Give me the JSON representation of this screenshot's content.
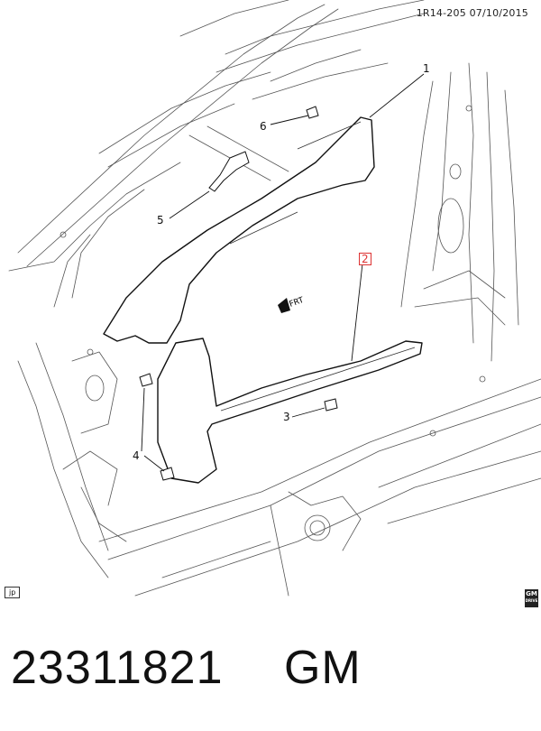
{
  "header": {
    "ref": "1R14-205 07/10/2015"
  },
  "callouts": [
    {
      "id": "c1",
      "text": "1"
    },
    {
      "id": "c2",
      "text": "2"
    },
    {
      "id": "c3",
      "text": "3"
    },
    {
      "id": "c4",
      "text": "4"
    },
    {
      "id": "c5",
      "text": "5"
    },
    {
      "id": "c6",
      "text": "6"
    }
  ],
  "frt_label": "FRT",
  "badge": "jp",
  "logo": {
    "line1": "GM",
    "line2": "DRIVE"
  },
  "footer": {
    "part_number": "23311821",
    "brand": "GM"
  }
}
